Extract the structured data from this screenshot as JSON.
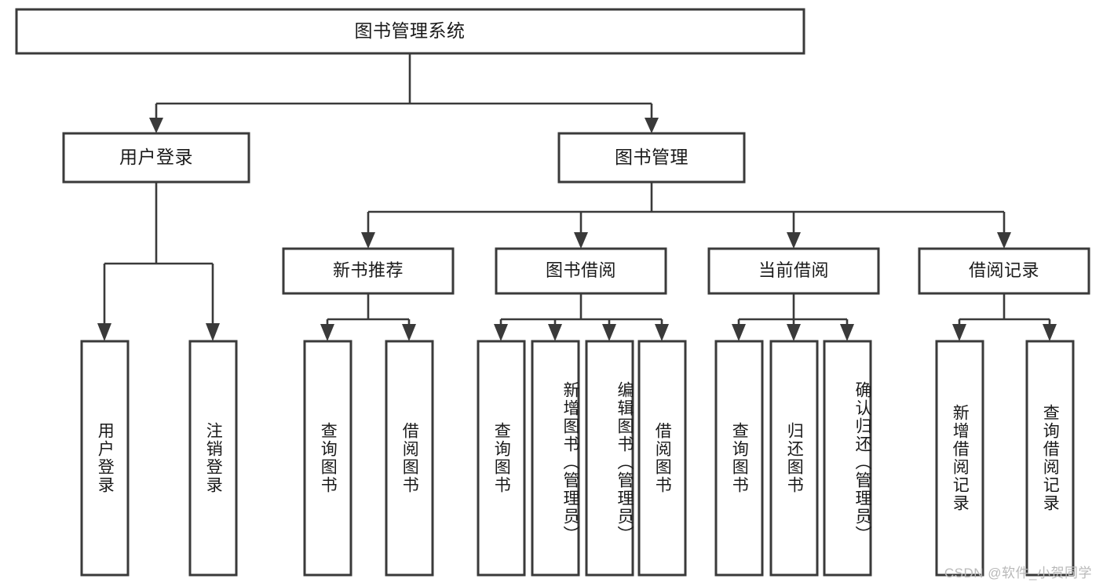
{
  "diagram": {
    "type": "tree",
    "title": "图书管理系统",
    "orientation": "top-down",
    "watermark": "CSDN @软件_小贺同学",
    "colors": {
      "box_stroke": "#3a3a3a",
      "box_fill": "#ffffff",
      "connector": "#3a3a3a",
      "text": "#1a1a1a",
      "watermark": "#b9b9b9",
      "background": "#ffffff"
    },
    "root": {
      "label": "图书管理系统"
    },
    "level2": [
      {
        "label": "用户登录"
      },
      {
        "label": "图书管理"
      }
    ],
    "level3": [
      {
        "label": "新书推荐"
      },
      {
        "label": "图书借阅"
      },
      {
        "label": "当前借阅"
      },
      {
        "label": "借阅记录"
      }
    ],
    "leaves": {
      "user_login": [
        {
          "label": "用户登录"
        },
        {
          "label": "注销登录"
        }
      ],
      "new_book_recommend": [
        {
          "label": "查询图书"
        },
        {
          "label": "借阅图书"
        }
      ],
      "book_borrow": [
        {
          "label": "查询图书"
        },
        {
          "label": "新增图书（管理员）"
        },
        {
          "label": "编辑图书（管理员）"
        },
        {
          "label": "借阅图书"
        }
      ],
      "current_borrow": [
        {
          "label": "查询图书"
        },
        {
          "label": "归还图书"
        },
        {
          "label": "确认归还（管理员）"
        }
      ],
      "borrow_records": [
        {
          "label": "新增借阅记录"
        },
        {
          "label": "查询借阅记录"
        }
      ]
    }
  }
}
